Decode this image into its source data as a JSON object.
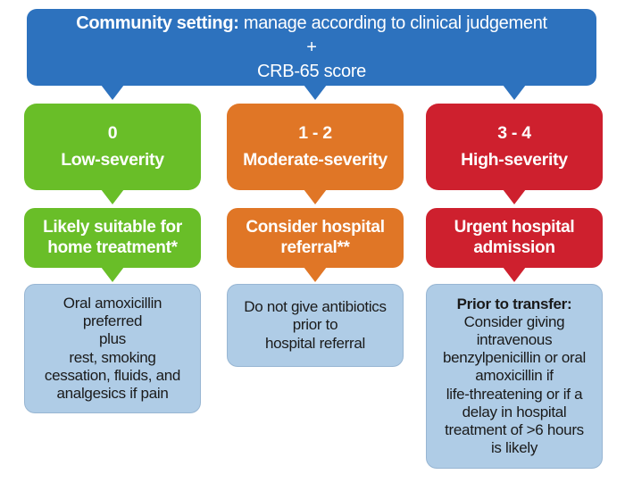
{
  "palette": {
    "blue": "#2D72BE",
    "green": "#69BE28",
    "orange": "#E07626",
    "red": "#CE202E",
    "light_blue": "#AFCCE6",
    "text_dark": "#1A1A1A",
    "text_light": "#FFFFFF"
  },
  "icons": {
    "pointer_down": "css-triangle"
  },
  "header": {
    "bold": "Community setting:",
    "rest": " manage according to clinical judgement",
    "plus": "+",
    "score_line": "CRB-65 score"
  },
  "columns": [
    {
      "id": "low-severity",
      "severity": {
        "score": "0",
        "label": "Low-severity"
      },
      "action": {
        "lines": [
          "Likely suitable for",
          "home treatment*"
        ]
      },
      "info": {
        "lines": [
          "Oral amoxicillin",
          "preferred",
          "plus",
          "rest, smoking",
          "cessation, fluids, and",
          "analgesics if pain"
        ]
      }
    },
    {
      "id": "moderate-severity",
      "severity": {
        "score": "1 - 2",
        "label": "Moderate-severity"
      },
      "action": {
        "lines": [
          "Consider hospital",
          "referral**"
        ]
      },
      "info": {
        "lines": [
          "Do not give antibiotics",
          "prior to",
          "hospital referral"
        ]
      }
    },
    {
      "id": "high-severity",
      "severity": {
        "score": "3 - 4",
        "label": "High-severity"
      },
      "action": {
        "lines": [
          "Urgent hospital",
          "admission"
        ]
      },
      "info": {
        "bold": "Prior to transfer:",
        "lines": [
          "Consider giving",
          "intravenous",
          "benzylpenicillin or oral",
          "amoxicillin if",
          "life-threatening or if a",
          "delay in hospital",
          "treatment of >6 hours",
          "is likely"
        ]
      }
    }
  ]
}
